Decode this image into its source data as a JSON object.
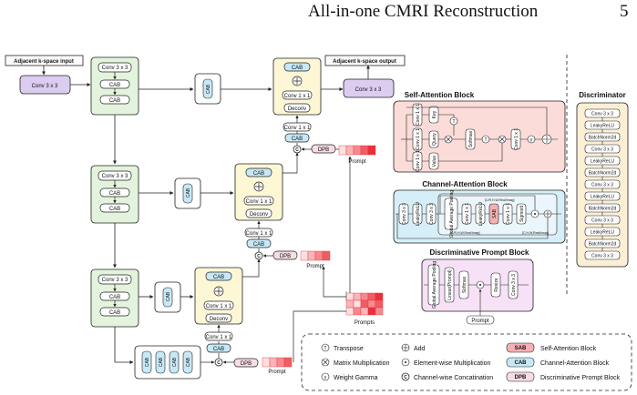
{
  "header": {
    "title": "All-in-one CMRI Reconstruction",
    "page_number": "5"
  },
  "labels": {
    "input": "Adjacent k-space input",
    "output": "Adjacent k-space output",
    "conv3": "Conv 3 x 3",
    "conv1": "Conv 1 x 1",
    "cab": "CAB",
    "deconv": "Deconv",
    "dpb": "DPB",
    "prompt": "Prompt",
    "prompts": "Prompts",
    "c": "C",
    "sab": "SAB"
  },
  "sa_block": {
    "title": "Self-Attention Block",
    "key": "Key",
    "query": "Query",
    "value": "Value",
    "softmax": "Softmax",
    "conv": "Conv 1 x 1",
    "t": "T",
    "gamma": "γ"
  },
  "ca_block": {
    "title": "Channel-Attention Block",
    "conv3": "Conv 3 x 3",
    "leaky": "LeakyReLU",
    "gap": "Global Average Pooling",
    "conv1": "Conv 1 x 1",
    "sab": "SAB",
    "sigmoid": "Sigmoid",
    "dim1": "[C/R,H,W,Real/Imag]",
    "dim2": "[C/R,H,W,Real/Imag]",
    "dim3": "[C,H,W,Real/Imag]"
  },
  "dp_block": {
    "title": "Discriminative Prompt Block",
    "gap": "Global Average Pooling",
    "lin": "Linear(Prompt)",
    "softmax": "Softmax",
    "resize": "Resize",
    "conv": "Conv 3 x 3",
    "prompt": "Prompt"
  },
  "discriminator": {
    "title": "Discriminator",
    "items": [
      "Conv 3 x 3",
      "LeakyReLU",
      "BatchNorm2d",
      "Conv 3 x 3",
      "LeakyReLU",
      "BatchNorm2d",
      "Conv 3 x 3",
      "LeakyReLU",
      "BatchNorm2d",
      "Conv 3 x 3",
      "LeakyReLU",
      "BatchNorm2d",
      "Conv 3 x 3"
    ]
  },
  "legend": {
    "transpose": "Transpose",
    "add": "Add",
    "matmul": "Matrix Multiplication",
    "elemmul": "Element-wise Multiplication",
    "gamma": "Weight Gamma",
    "concat": "Channel-wise Concatination",
    "sab": "Self-Attention Block",
    "cab": "Channel-Attention Block",
    "dpb": "Discriminative Prompt Block",
    "sab_tag": "SAB",
    "cab_tag": "CAB",
    "dpb_tag": "DPB",
    "t_sym": "T",
    "g_sym": "γ",
    "c_sym": "C"
  },
  "colors": {
    "green": "#e4f4dc",
    "yellow": "#fdf7d6",
    "purple": "#dcccf0",
    "blue": "#c7e8f7",
    "pink": "#f6dde3",
    "sa_bg": "#fbdcd8",
    "ca_bg": "#d6eef7",
    "dp_bg": "#f6e1f6",
    "disc_bg": "#fbefd6",
    "red": "#e8313a"
  }
}
